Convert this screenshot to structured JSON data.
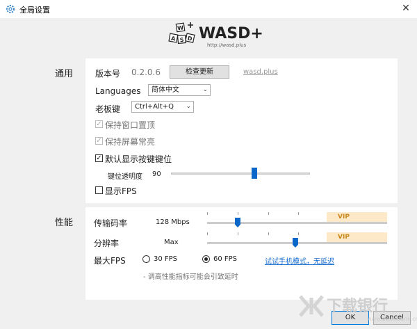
{
  "window": {
    "title": "全局设置",
    "close_glyph": "✕"
  },
  "logo": {
    "text": "WASD+",
    "url": "http://wasd.plus",
    "tile_letters": [
      "W",
      "A",
      "S",
      "D"
    ]
  },
  "general": {
    "section_label": "通用",
    "version_label": "版本号",
    "version_value": "0.2.0.6",
    "check_update_label": "检查更新",
    "site_link": "wasd.plus",
    "languages_label": "Languages",
    "language_value": "简体中文",
    "boss_key_label": "老板键",
    "boss_key_value": "Ctrl+Alt+Q",
    "keep_on_top_label": "保持窗口置顶",
    "keep_on_top": true,
    "keep_screen_on_label": "保持屏幕常亮",
    "keep_screen_on": true,
    "show_keys_label": "默认显示按键键位",
    "show_keys": true,
    "opacity_label": "键位透明度",
    "opacity_value": "90",
    "opacity_fraction": 0.6,
    "show_fps_label": "显示FPS",
    "show_fps": false
  },
  "performance": {
    "section_label": "性能",
    "bitrate_label": "传输码率",
    "bitrate_value": "128 Mbps",
    "bitrate_fraction": 0.17,
    "resolution_label": "分辨率",
    "resolution_value": "Max",
    "resolution_fraction": 0.49,
    "vip_label": "VIP",
    "max_fps_label": "最大FPS",
    "fps_options": [
      "30 FPS",
      "60 FPS"
    ],
    "fps_selected": "60 FPS",
    "trial_link": "试试手机模式，无延迟",
    "hint": "- 调高性能指标可能会引致延时"
  },
  "footer": {
    "ok_label": "OK",
    "cancel_label": "Cancel"
  },
  "watermark": {
    "text": "下载银行",
    "url": "www.downbank.cn"
  },
  "colors": {
    "accent": "#0a66c8",
    "vip_bg": "#fde9c7",
    "vip_text": "#c8891e",
    "link_blue": "#1a6fd1"
  }
}
